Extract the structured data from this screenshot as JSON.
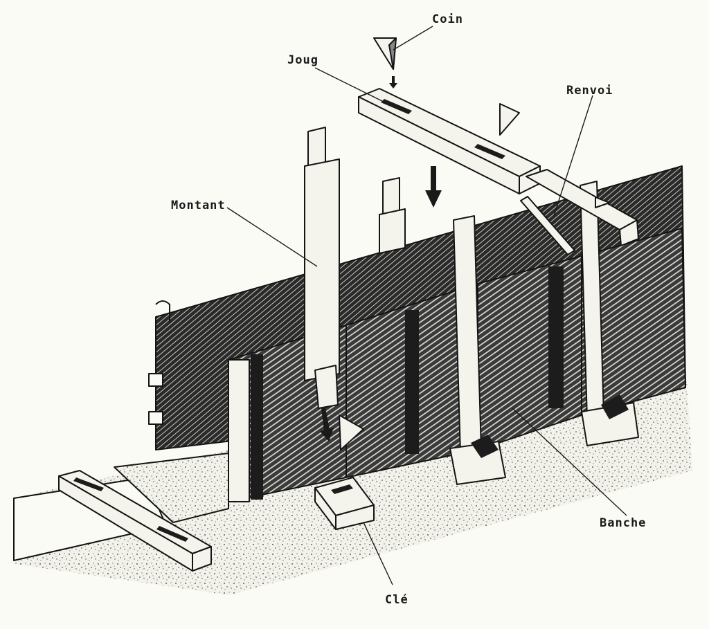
{
  "labels": {
    "coin": "Coin",
    "joug": "Joug",
    "renvoi": "Renvoi",
    "montant": "Montant",
    "banche": "Banche",
    "cle": "Clé"
  },
  "colors": {
    "ink": "#141414",
    "paper": "#fbfbf6",
    "wood": "#f4f3ec"
  }
}
